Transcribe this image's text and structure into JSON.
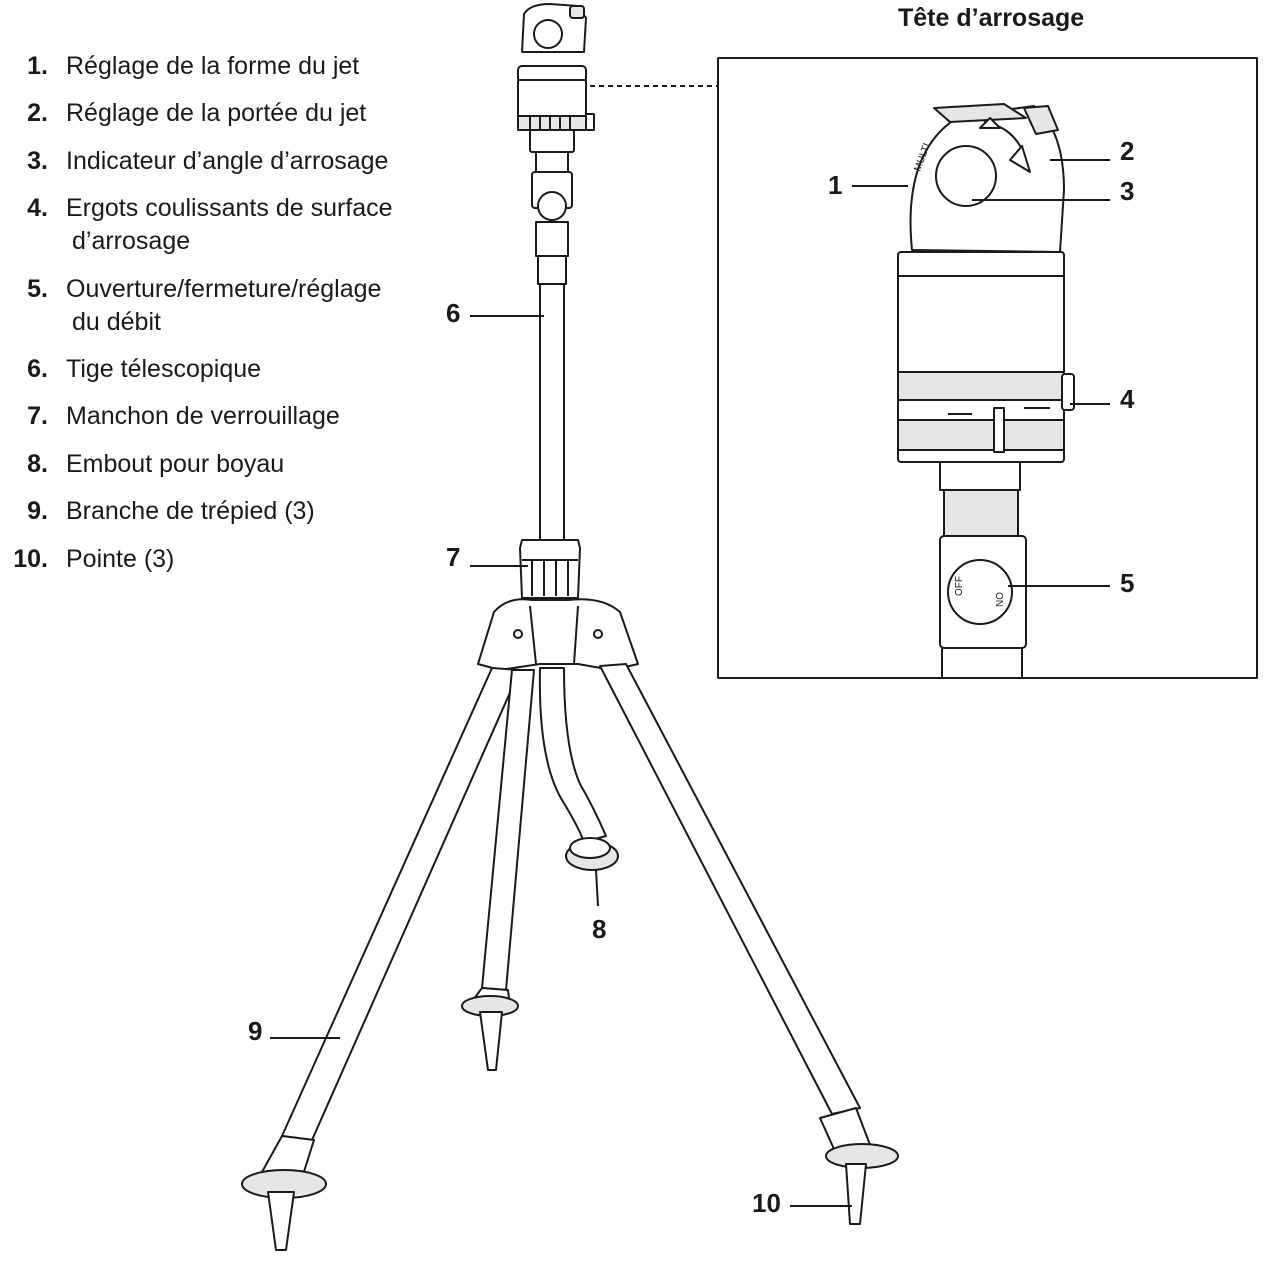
{
  "inset_title": "Tête d’arrosage",
  "legend": [
    {
      "num": "1.",
      "lines": [
        "Réglage de la forme du jet"
      ]
    },
    {
      "num": "2.",
      "lines": [
        "Réglage de la portée du jet"
      ]
    },
    {
      "num": "3.",
      "lines": [
        "Indicateur d’angle d’arrosage"
      ]
    },
    {
      "num": "4.",
      "lines": [
        "Ergots coulissants de surface",
        "d’arrosage"
      ]
    },
    {
      "num": "5.",
      "lines": [
        "Ouverture/fermeture/réglage",
        "du débit"
      ]
    },
    {
      "num": "6.",
      "lines": [
        "Tige télescopique"
      ]
    },
    {
      "num": "7.",
      "lines": [
        "Manchon de verrouillage"
      ]
    },
    {
      "num": "8.",
      "lines": [
        "Embout pour boyau"
      ]
    },
    {
      "num": "9.",
      "lines": [
        "Branche de trépied (3)"
      ]
    },
    {
      "num": "10.",
      "lines": [
        "Pointe (3)"
      ]
    }
  ],
  "callouts": {
    "c1": "1",
    "c2": "2",
    "c3": "3",
    "c4": "4",
    "c5": "5",
    "c6": "6",
    "c7": "7",
    "c8": "8",
    "c9": "9",
    "c10": "10"
  },
  "dial_labels": {
    "multi": "MULTI",
    "off": "OFF",
    "on": "ON"
  },
  "colors": {
    "line": "#1a1a1a",
    "fill": "#ffffff",
    "shade": "#e6e6e6"
  }
}
